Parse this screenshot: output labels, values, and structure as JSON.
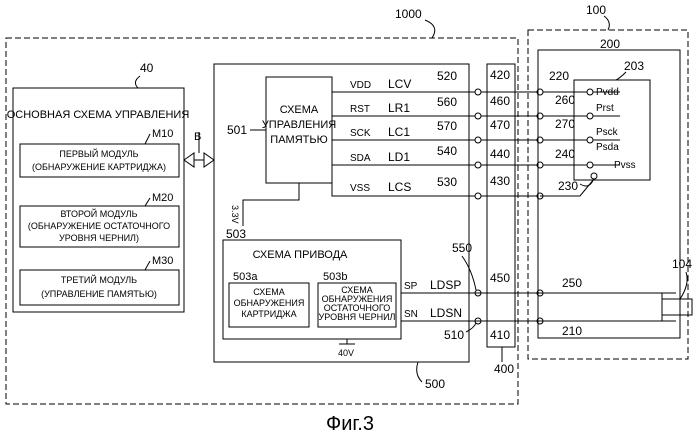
{
  "labels": {
    "n1000": "1000",
    "n100": "100",
    "n40": "40",
    "n200": "200",
    "n203": "203",
    "n501": "501",
    "n503": "503",
    "n500": "500",
    "n400": "400",
    "n104": "104",
    "n550": "550",
    "n510": "510",
    "n230": "230",
    "v33": "3.3V",
    "v40": "40V",
    "b_label": "B"
  },
  "main_control": {
    "title": "ОСНОВНАЯ СХЕМА УПРАВЛЕНИЯ",
    "modules": [
      {
        "tag": "M10",
        "line1": "ПЕРВЫЙ МОДУЛЬ",
        "line2": "(ОБНАРУЖЕНИЕ КАРТРИДЖА)",
        "line3": ""
      },
      {
        "tag": "M20",
        "line1": "ВТОРОЙ МОДУЛЬ",
        "line2": "(ОБНАРУЖЕНИЕ ОСТАТОЧНОГО",
        "line3": "УРОВНЯ ЧЕРНИЛ)"
      },
      {
        "tag": "M30",
        "line1": "ТРЕТИЙ МОДУЛЬ",
        "line2": "(УПРАВЛЕНИЕ ПАМЯТЬЮ)",
        "line3": ""
      }
    ]
  },
  "memory_ctrl": {
    "line1": "СХЕМА",
    "line2": "УПРАВЛЕНИЯ",
    "line3": "ПАМЯТЬЮ"
  },
  "drive": {
    "title": "СХЕМА ПРИВОДА",
    "a_tag": "503a",
    "a_lines": [
      "СХЕМА",
      "ОБНАРУЖЕНИЯ",
      "КАРТРИДЖА"
    ],
    "b_tag": "503b",
    "b_lines": [
      "СХЕМА",
      "ОБНАРУЖЕНИЯ",
      "ОСТАТОЧНОГО",
      "УРОВНЯ ЧЕРНИЛ"
    ]
  },
  "signals": [
    {
      "sig": "VDD",
      "line": "LCV",
      "n": "520",
      "t": "420",
      "c": "220",
      "p": "Pvdd"
    },
    {
      "sig": "RST",
      "line": "LR1",
      "n": "560",
      "t": "460",
      "c": "260",
      "p": "Prst"
    },
    {
      "sig": "SCK",
      "line": "LC1",
      "n": "570",
      "t": "470",
      "c": "270",
      "p": "Psck"
    },
    {
      "sig": "SDA",
      "line": "LD1",
      "n": "540",
      "t": "440",
      "c": "240",
      "p": "Psda"
    },
    {
      "sig": "VSS",
      "line": "LCS",
      "n": "530",
      "t": "430",
      "c": "",
      "p": "Pvss"
    }
  ],
  "drive_signals": [
    {
      "sig": "SP",
      "line": "LDSP",
      "t": "450",
      "c": "250"
    },
    {
      "sig": "SN",
      "line": "LDSN",
      "t": "410",
      "c": "210"
    }
  ],
  "caption": "Фиг.3"
}
